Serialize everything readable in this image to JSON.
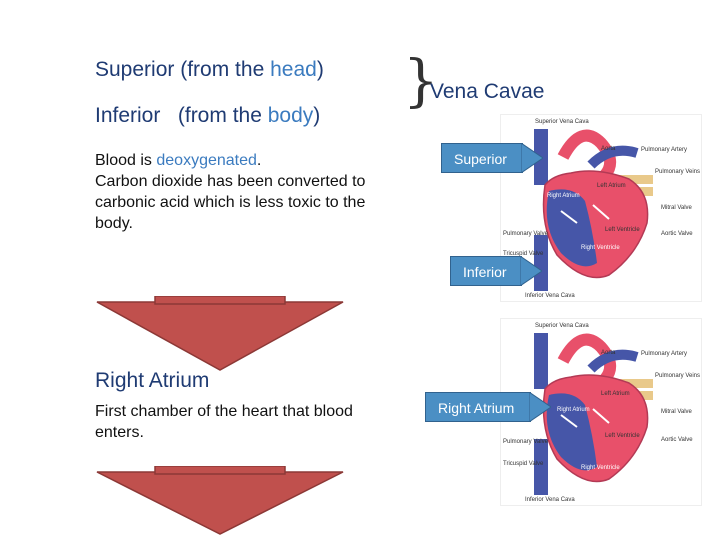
{
  "vena": {
    "superior": {
      "word": "Superior",
      "pre": " (from the ",
      "emph": "head",
      "post": ")"
    },
    "inferior": {
      "word": "Inferior",
      "pre": "   (from the ",
      "emph": "body",
      "post": ")"
    },
    "group_label": "Vena Cavae"
  },
  "blood": {
    "s1_pre": "Blood is ",
    "s1_emph": "deoxygenated",
    "s1_post": ".",
    "s2": "Carbon dioxide has been converted to carbonic acid which is less toxic to the body."
  },
  "right_atrium": {
    "title": "Right Atrium",
    "desc": "First chamber of the heart that blood enters."
  },
  "callouts": {
    "superior": "Superior",
    "inferior": "Inferior",
    "right_atrium": "Right Atrium"
  },
  "diagram_labels": {
    "superior_vena_cava": "Superior Vena Cava",
    "aorta": "Aorta",
    "pulmonary_artery": "Pulmonary Artery",
    "pulmonary_veins": "Pulmonary Veins",
    "left_atrium": "Left Atrium",
    "right_atrium": "Right Atrium",
    "mitral_valve": "Mitral Valve",
    "aortic_valve": "Aortic Valve",
    "pulmonary_valve": "Pulmonary Valve",
    "left_ventricle": "Left Ventricle",
    "tricuspid_valve": "Tricuspid Valve",
    "right_ventricle": "Right Ventricle",
    "inferior_vena_cava": "Inferior Vena Cava"
  },
  "colors": {
    "accent_text": "#3b7bbf",
    "arrow_fill": "#c0504d",
    "callout_fill": "#4b8fc4",
    "oxygenated": "#e8506a",
    "deoxygenated": "#4656a8"
  }
}
